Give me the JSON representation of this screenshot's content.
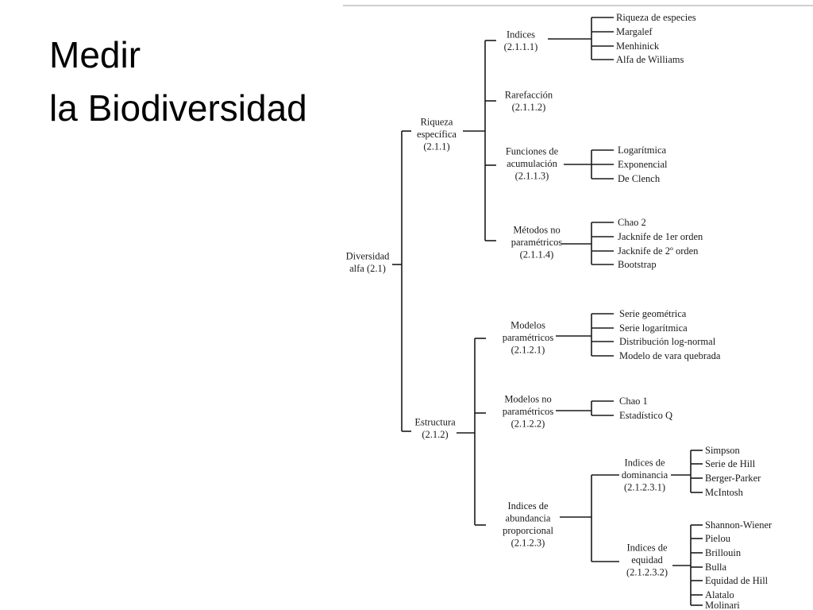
{
  "title": {
    "line1": "Medir",
    "line2": "la Biodiversidad"
  },
  "tree": {
    "root": [
      "Diversidad",
      "alfa (2.1)"
    ],
    "riqueza": [
      "Riqueza",
      "específica",
      "(2.1.1)"
    ],
    "estructura": [
      "Estructura",
      "(2.1.2)"
    ],
    "indices": [
      "Indices",
      "(2.1.1.1)"
    ],
    "indices_leaves": [
      "Riqueza de especies",
      "Margalef",
      "Menhinick",
      "Alfa de Williams"
    ],
    "rarefaccion": [
      "Rarefacción",
      "(2.1.1.2)"
    ],
    "funciones": [
      "Funciones de",
      "acumulación",
      "(2.1.1.3)"
    ],
    "funciones_leaves": [
      "Logarítmica",
      "Exponencial",
      "De Clench"
    ],
    "metodos": [
      "Métodos no",
      "paramétricos",
      "(2.1.1.4)"
    ],
    "metodos_leaves": [
      "Chao 2",
      "Jacknife de 1er orden",
      "Jacknife de 2º orden",
      "Bootstrap"
    ],
    "modelos_param": [
      "Modelos",
      "paramétricos",
      "(2.1.2.1)"
    ],
    "modelos_param_leaves": [
      "Serie geométrica",
      "Serie logarítmica",
      "Distribución log-normal",
      "Modelo de vara quebrada"
    ],
    "modelos_noparam": [
      "Modelos no",
      "paramétricos",
      "(2.1.2.2)"
    ],
    "modelos_noparam_leaves": [
      "Chao 1",
      "Estadístico Q"
    ],
    "abundancia": [
      "Indices de",
      "abundancia",
      "proporcional",
      "(2.1.2.3)"
    ],
    "dominancia": [
      "Indices de",
      "dominancia",
      "(2.1.2.3.1)"
    ],
    "dominancia_leaves": [
      "Simpson",
      "Serie de Hill",
      "Berger-Parker",
      "McIntosh"
    ],
    "equidad": [
      "Indices de",
      "equidad",
      "(2.1.2.3.2)"
    ],
    "equidad_leaves": [
      "Shannon-Wiener",
      "Pielou",
      "Brillouin",
      "Bulla",
      "Equidad de Hill",
      "Alatalo",
      "Molinari"
    ]
  }
}
